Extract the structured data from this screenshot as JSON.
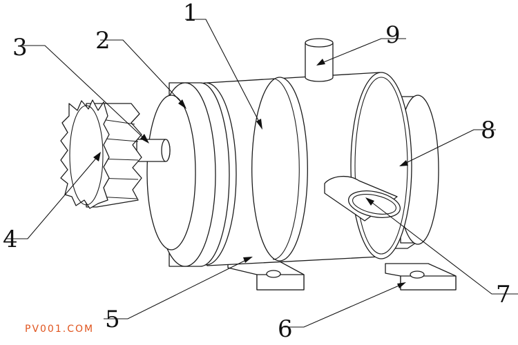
{
  "callouts": [
    {
      "id": "1",
      "text": "1"
    },
    {
      "id": "2",
      "text": "2"
    },
    {
      "id": "3",
      "text": "3"
    },
    {
      "id": "4",
      "text": "4"
    },
    {
      "id": "5",
      "text": "5"
    },
    {
      "id": "6",
      "text": "6"
    },
    {
      "id": "7",
      "text": "7"
    },
    {
      "id": "8",
      "text": "8"
    },
    {
      "id": "9",
      "text": "9"
    }
  ],
  "watermark": "PV001.COM",
  "colors": {
    "line": "#1a1a1a",
    "watermark": "#e0541e",
    "background": "#ffffff"
  }
}
